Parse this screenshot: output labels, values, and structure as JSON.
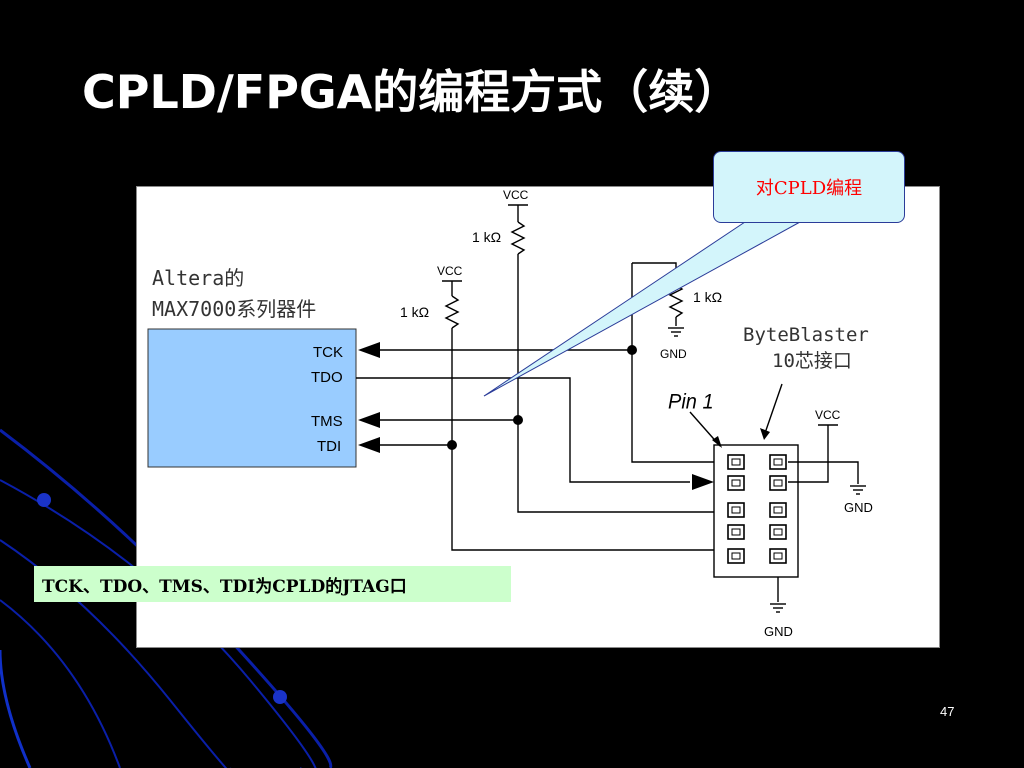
{
  "slide": {
    "title": "CPLD/FPGA的编程方式（续）",
    "page_number": "47"
  },
  "callout": {
    "text": "对CPLD编程"
  },
  "note": {
    "text": "TCK、TDO、TMS、TDI为CPLD的JTAG口"
  },
  "diagram": {
    "device_label_line1": "Altera的",
    "device_label_line2": "MAX7000系列器件",
    "pins": {
      "tck": "TCK",
      "tdo": "TDO",
      "tms": "TMS",
      "tdi": "TDI"
    },
    "vcc_label": "VCC",
    "gnd_label": "GND",
    "resistor_label": "1 kΩ",
    "connector_label_line1": "ByteBlaster",
    "connector_label_line2": "10芯接口",
    "pin1_label": "Pin 1"
  },
  "colors": {
    "background": "#000000",
    "panel": "#ffffff",
    "device_box": "#99ccff",
    "callout_fill": "#d3f5fb",
    "callout_text": "#ff0000",
    "note_fill": "#ccffcc",
    "arc": "#0a1fa8"
  }
}
